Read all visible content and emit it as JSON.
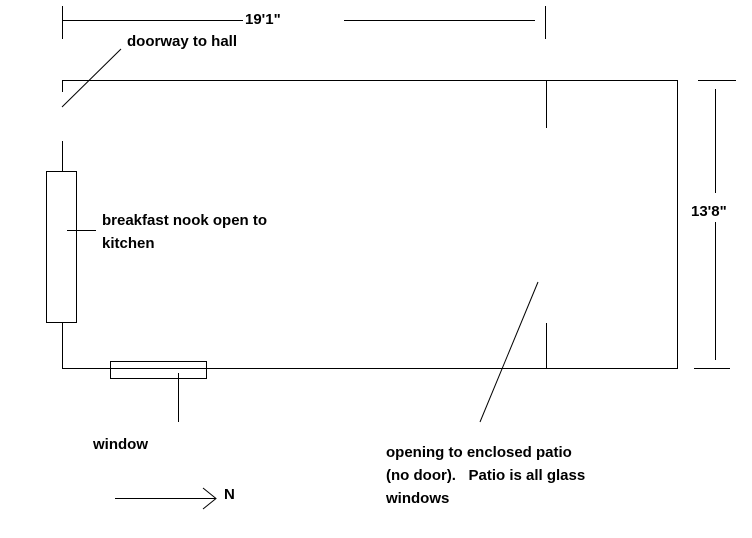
{
  "diagram": {
    "dimensions": {
      "width_label": "19'1\"",
      "height_label": "13'8\""
    },
    "labels": {
      "doorway": "doorway to hall",
      "breakfast_nook_line1": "breakfast nook open to",
      "breakfast_nook_line2": "kitchen",
      "window": "window",
      "patio_line1": "opening to enclosed patio",
      "patio_line2": "(no door).   Patio is all glass",
      "patio_line3": "windows",
      "north": "N"
    }
  }
}
